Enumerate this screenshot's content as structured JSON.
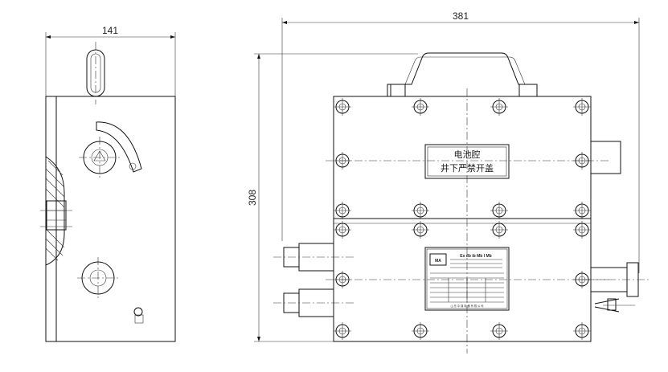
{
  "dimensions": {
    "side_width": "141",
    "front_width": "381",
    "front_height": "308"
  },
  "nameplate": {
    "line1": "电池腔",
    "line2": "井下严禁开盖"
  },
  "label_plate": {
    "logo": "MA",
    "brand": "Ex db ib Mb I Mb",
    "bottom": "山 东 中 煤 电 器 有 限 公 司"
  }
}
